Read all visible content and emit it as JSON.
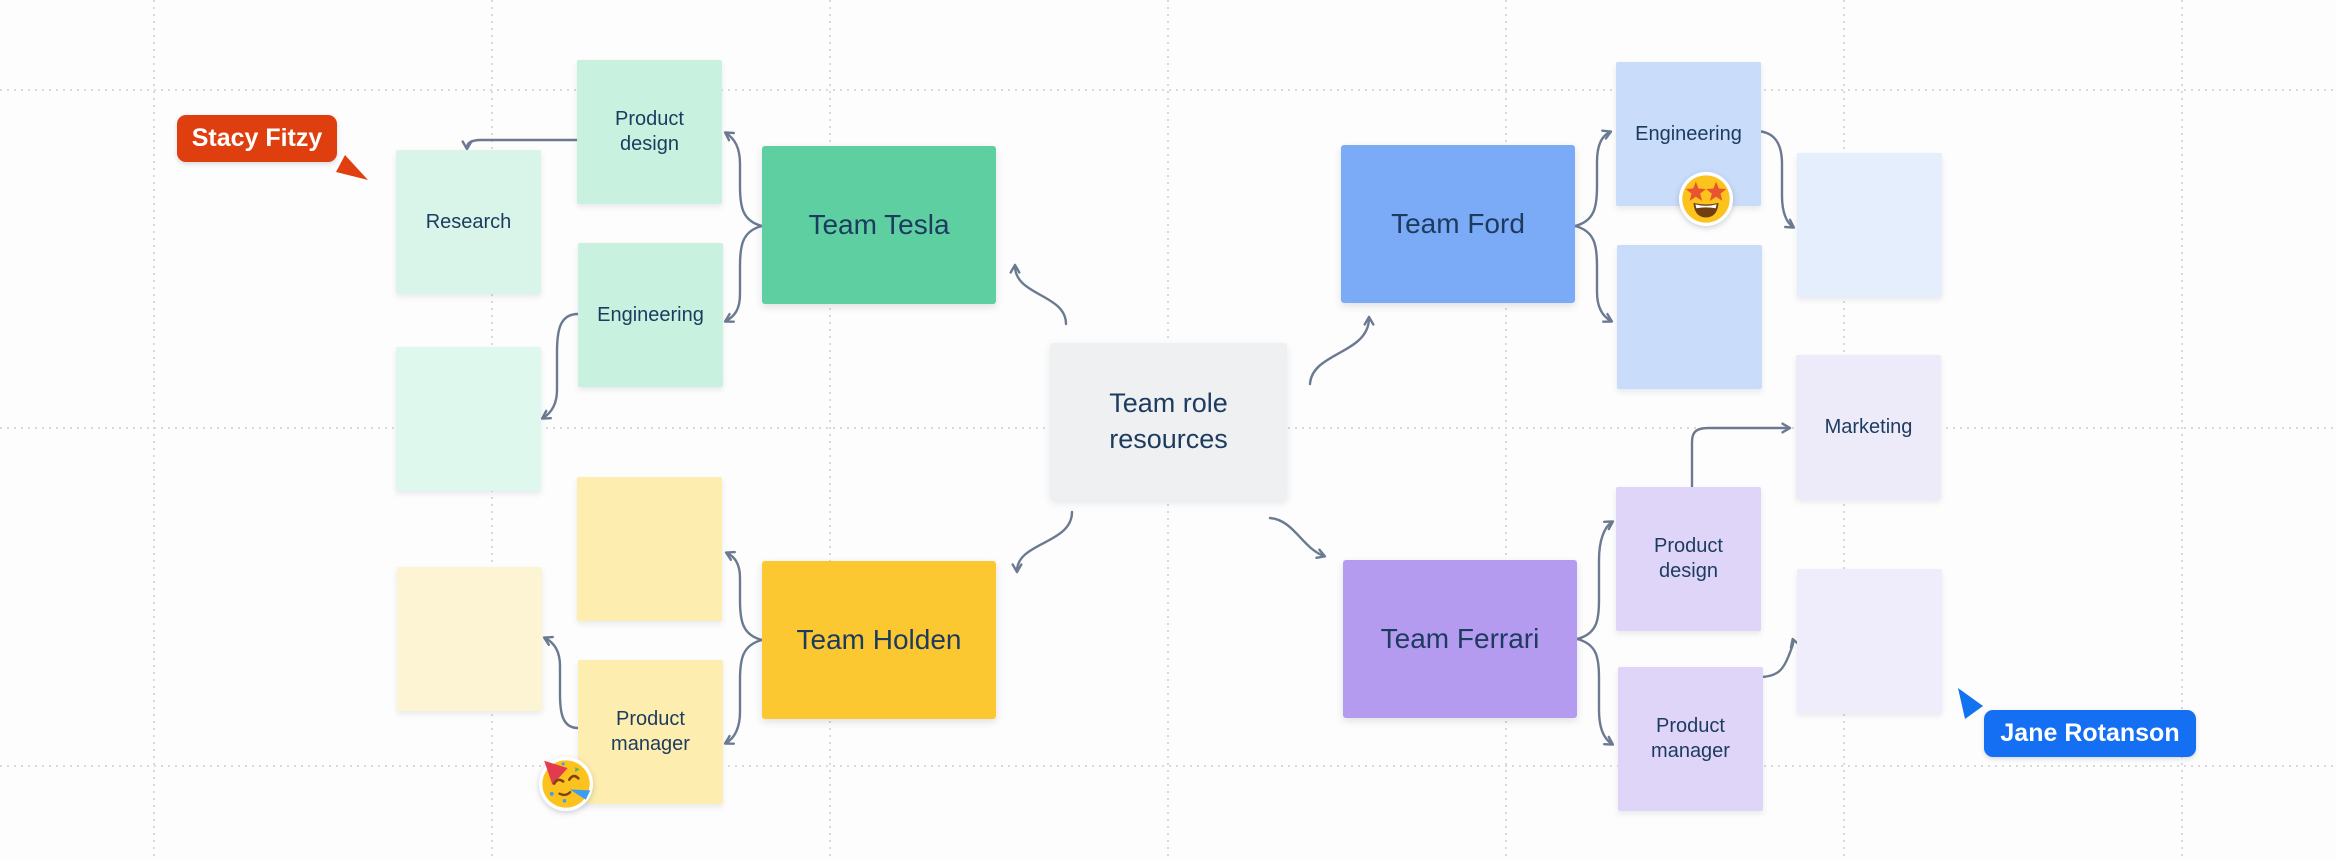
{
  "canvas": {
    "background": "#fdfdfd",
    "grid_color": "#d9d9d9",
    "connector_color": "#6b7a91",
    "text_color": "#1d3a5f"
  },
  "center_topic": {
    "label": "Team role resources",
    "bg": "#eef0f2"
  },
  "teams": {
    "tesla": {
      "label": "Team Tesla",
      "color": "#5ecfa1"
    },
    "ford": {
      "label": "Team Ford",
      "color": "#7babf6"
    },
    "holden": {
      "label": "Team Holden",
      "color": "#fcc832"
    },
    "ferrari": {
      "label": "Team Ferrari",
      "color": "#b49bf0"
    }
  },
  "stickies": {
    "tesla_product_design": {
      "label": "Product design",
      "color": "#c9f1df"
    },
    "tesla_research": {
      "label": "Research",
      "color": "#d9f5e9"
    },
    "tesla_engineering": {
      "label": "Engineering",
      "color": "#c9f1df"
    },
    "tesla_blank": {
      "label": "",
      "color": "#def8ed"
    },
    "holden_blank_top": {
      "label": "",
      "color": "#fdedae"
    },
    "holden_blank_left": {
      "label": "",
      "color": "#fdf4d4"
    },
    "holden_product_manager": {
      "label": "Product manager",
      "color": "#fdedae"
    },
    "ford_engineering": {
      "label": "Engineering",
      "color": "#c9dcfa"
    },
    "ford_blank": {
      "label": "",
      "color": "#c9dcfa"
    },
    "ford_blank_right": {
      "label": "",
      "color": "#e4eefc"
    },
    "ferrari_marketing": {
      "label": "Marketing",
      "color": "#edebfa"
    },
    "ferrari_product_design": {
      "label": "Product design",
      "color": "#ded5f8"
    },
    "ferrari_blank_right": {
      "label": "",
      "color": "#efedfc"
    },
    "ferrari_product_manager": {
      "label": "Product manager",
      "color": "#ded5f8"
    }
  },
  "cursors": {
    "stacy": {
      "name": "Stacy Fitzy",
      "color": "#df3e0e"
    },
    "jane": {
      "name": "Jane Rotanson",
      "color": "#146ff2"
    }
  },
  "stickers": {
    "star_struck": {
      "name": "star-struck-emoji"
    },
    "partying_face": {
      "name": "partying-face-emoji"
    }
  }
}
